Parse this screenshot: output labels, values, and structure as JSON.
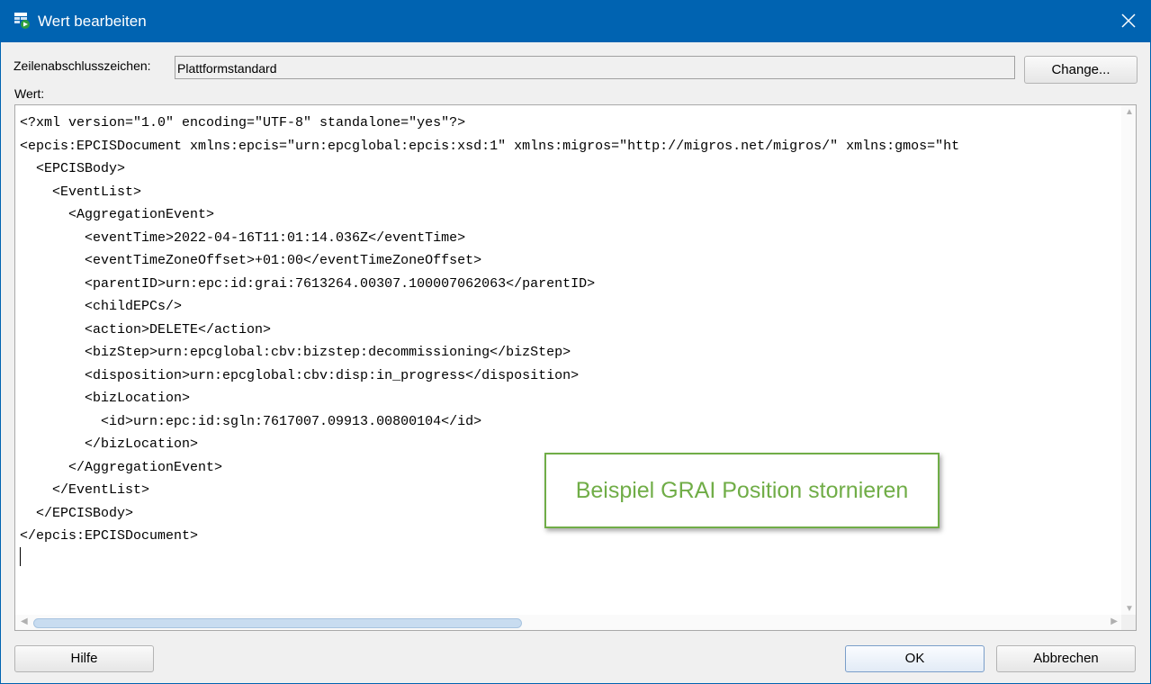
{
  "window": {
    "title": "Wert bearbeiten",
    "close_icon": "close-icon",
    "app_icon": "edit-value-icon"
  },
  "eol": {
    "label": "Zeilenabschlusszeichen:",
    "value": "Plattformstandard",
    "change_button": "Change..."
  },
  "value_label": "Wert:",
  "editor": {
    "text": "<?xml version=\"1.0\" encoding=\"UTF-8\" standalone=\"yes\"?>\n<epcis:EPCISDocument xmlns:epcis=\"urn:epcglobal:epcis:xsd:1\" xmlns:migros=\"http://migros.net/migros/\" xmlns:gmos=\"ht\n  <EPCISBody>\n    <EventList>\n      <AggregationEvent>\n        <eventTime>2022-04-16T11:01:14.036Z</eventTime>\n        <eventTimeZoneOffset>+01:00</eventTimeZoneOffset>\n        <parentID>urn:epc:id:grai:7613264.00307.100007062063</parentID>\n        <childEPCs/>\n        <action>DELETE</action>\n        <bizStep>urn:epcglobal:cbv:bizstep:decommissioning</bizStep>\n        <disposition>urn:epcglobal:cbv:disp:in_progress</disposition>\n        <bizLocation>\n          <id>urn:epc:id:sgln:7617007.09913.00800104</id>\n        </bizLocation>\n      </AggregationEvent>\n    </EventList>\n  </EPCISBody>\n</epcis:EPCISDocument>"
  },
  "callout": {
    "text": "Beispiel GRAI Position stornieren",
    "color": "#70ad47"
  },
  "buttons": {
    "help": "Hilfe",
    "ok": "OK",
    "cancel": "Abbrechen"
  },
  "colors": {
    "titlebar": "#0063b1"
  }
}
